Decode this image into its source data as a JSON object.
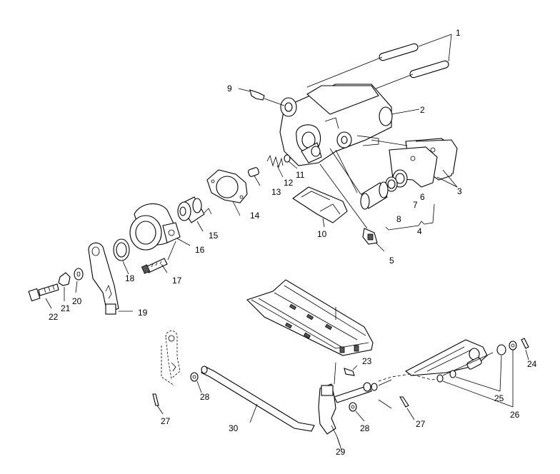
{
  "labels": {
    "l1": "1",
    "l2": "2",
    "l3": "3",
    "l4": "4",
    "l5": "5",
    "l6": "6",
    "l7": "7",
    "l8": "8",
    "l9": "9",
    "l10": "10",
    "l11": "11",
    "l12": "12",
    "l13": "13",
    "l14": "14",
    "l15": "15",
    "l16": "16",
    "l17": "17",
    "l18": "18",
    "l19": "19",
    "l20": "20",
    "l21": "21",
    "l22": "22",
    "l23": "23",
    "l24": "24",
    "l25": "25",
    "l26": "26",
    "l27a": "27",
    "l27b": "27",
    "l28a": "28",
    "l28b": "28",
    "l29": "29",
    "l30": "30"
  }
}
